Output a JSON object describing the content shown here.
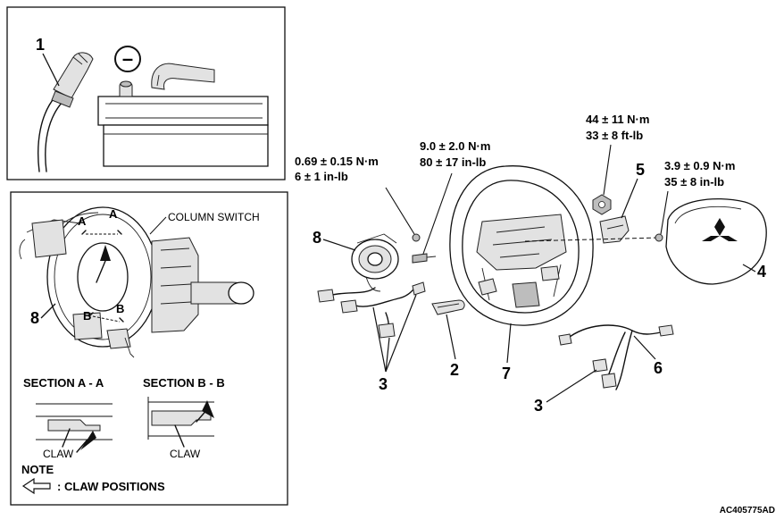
{
  "callouts": {
    "n1": "1",
    "n2": "2",
    "n3_left": "3",
    "n3_right": "3",
    "n4": "4",
    "n5": "5",
    "n6": "6",
    "n7": "7",
    "n8_main": "8",
    "n8_inset": "8"
  },
  "battery": {
    "negative_symbol": "–"
  },
  "torque": {
    "t1_line1": "0.69 ± 0.15 N·m",
    "t1_line2": "6 ± 1 in-lb",
    "t2_line1": "9.0 ± 2.0 N·m",
    "t2_line2": "80 ± 17 in-lb",
    "t3_line1": "44 ± 11 N·m",
    "t3_line2": "33 ± 8 ft-lb",
    "t4_line1": "3.9 ± 0.9 N·m",
    "t4_line2": "35 ± 8 in-lb"
  },
  "inset": {
    "column_switch": "COLUMN SWITCH",
    "marker_a_left": "A",
    "marker_a_right": "A",
    "marker_b_left": "B",
    "marker_b_right": "B",
    "section_a": "SECTION A - A",
    "section_b": "SECTION B - B",
    "claw_a": "CLAW",
    "claw_b": "CLAW",
    "note_title": "NOTE",
    "note_text": ": CLAW POSITIONS"
  },
  "figure_code": "AC405775AD"
}
